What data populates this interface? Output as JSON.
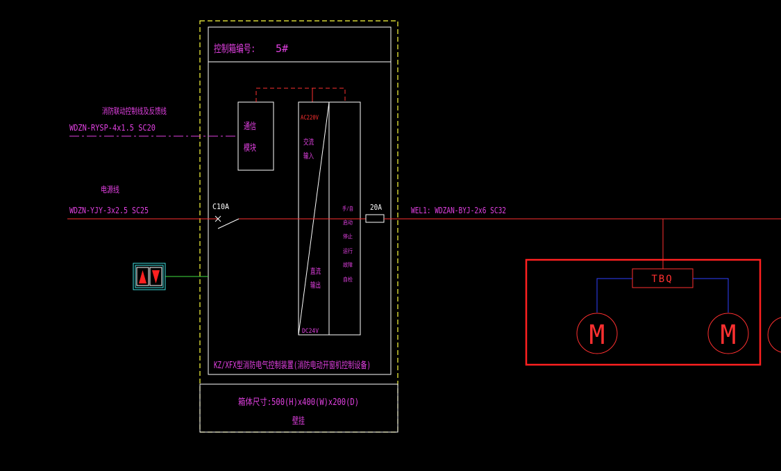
{
  "cabinet": {
    "title_label": "控制箱编号:",
    "title_number": "5#",
    "device_name": "KZ/XFX型消防电气控制装置(消防电动开窗机控制设备)",
    "size": "箱体尺寸:500(H)x400(W)x200(D)",
    "mount": "壁挂"
  },
  "comm_module": {
    "line1": "通信",
    "line2": "模块"
  },
  "controller": {
    "ac_input": "AC220V",
    "ac_label_1": "交流",
    "ac_label_2": "输入",
    "dc_label_1": "直流",
    "dc_label_2": "输出",
    "dc_output": "DC24V",
    "indicators": [
      "手/自",
      "启动",
      "停止",
      "运行",
      "故障",
      "自检"
    ]
  },
  "lines": {
    "control_title": "消防联动控制线及反馈线",
    "control_cable": "WDZN-RYSP-4x1.5  SC20",
    "power_title": "电源线",
    "power_cable": "WDZN-YJY-3x2.5  SC25",
    "breaker": "C10A",
    "fuse": "20A",
    "output_cable": "WEL1: WDZAN-BYJ-2x6  SC32"
  },
  "load": {
    "controller": "TBQ",
    "motor_symbol": "M"
  },
  "colors": {
    "background": "#000000",
    "text": "#e040e0",
    "power_line": "#ff3030",
    "frame": "#ffffff",
    "dashed_border": "#ffff40",
    "signal_line": "#40e040",
    "motor_wiring": "#3040ff",
    "switch_icon": "#40e0e0"
  }
}
